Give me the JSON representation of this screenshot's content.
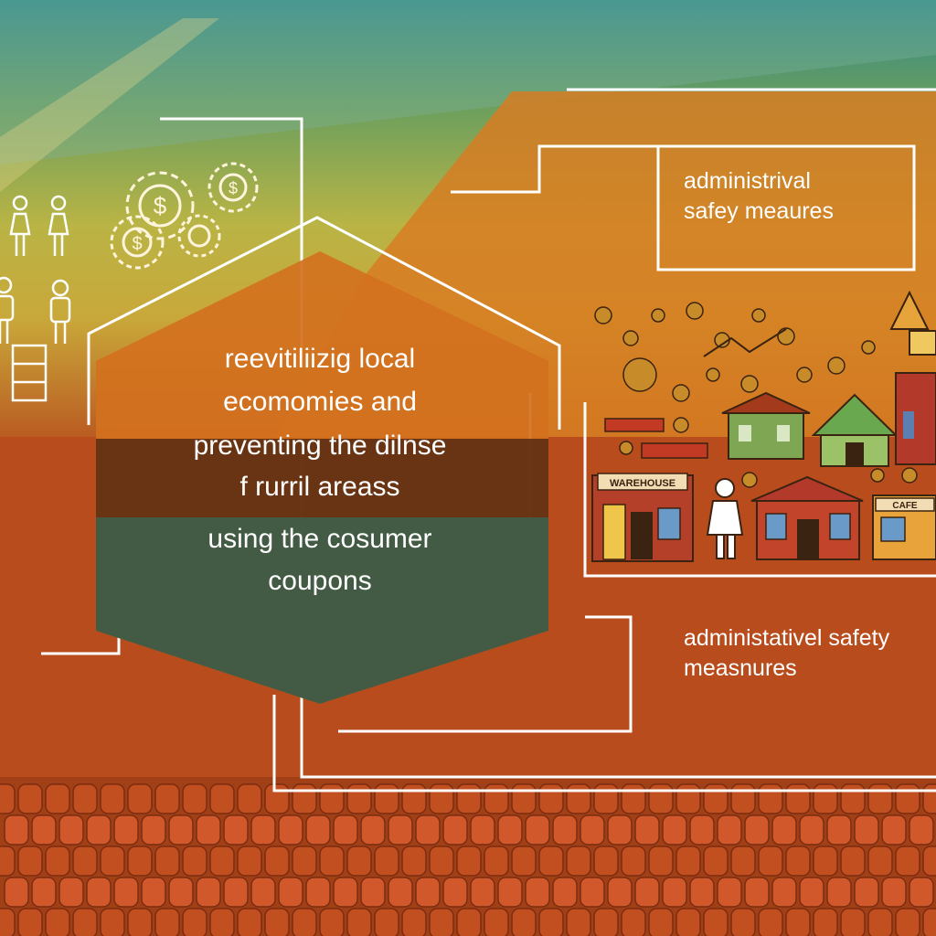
{
  "hexagon": {
    "line1": "reevitiliizig local",
    "line2": "ecomomies and",
    "line3": "preventing the dilnse",
    "line4": "f rurril areass",
    "line5": "using  the cosumer",
    "line6": "coupons"
  },
  "callout_top": {
    "line1": "administrival",
    "line2": "safey  meaures"
  },
  "callout_bottom": {
    "line1": "administativel safety",
    "line2": "measnures"
  },
  "storefront_signs": [
    "WAREHOUSE",
    "CAFE"
  ],
  "colors": {
    "hex_orange": "#d3711e",
    "hex_dark": "#5a2c12",
    "hex_green": "#3b5a47",
    "roof_tile": "#c24f1f",
    "line_white": "#ffffff"
  },
  "icons": [
    "person-icon",
    "gear-dollar-icon",
    "house-icon",
    "storefront-icon"
  ]
}
